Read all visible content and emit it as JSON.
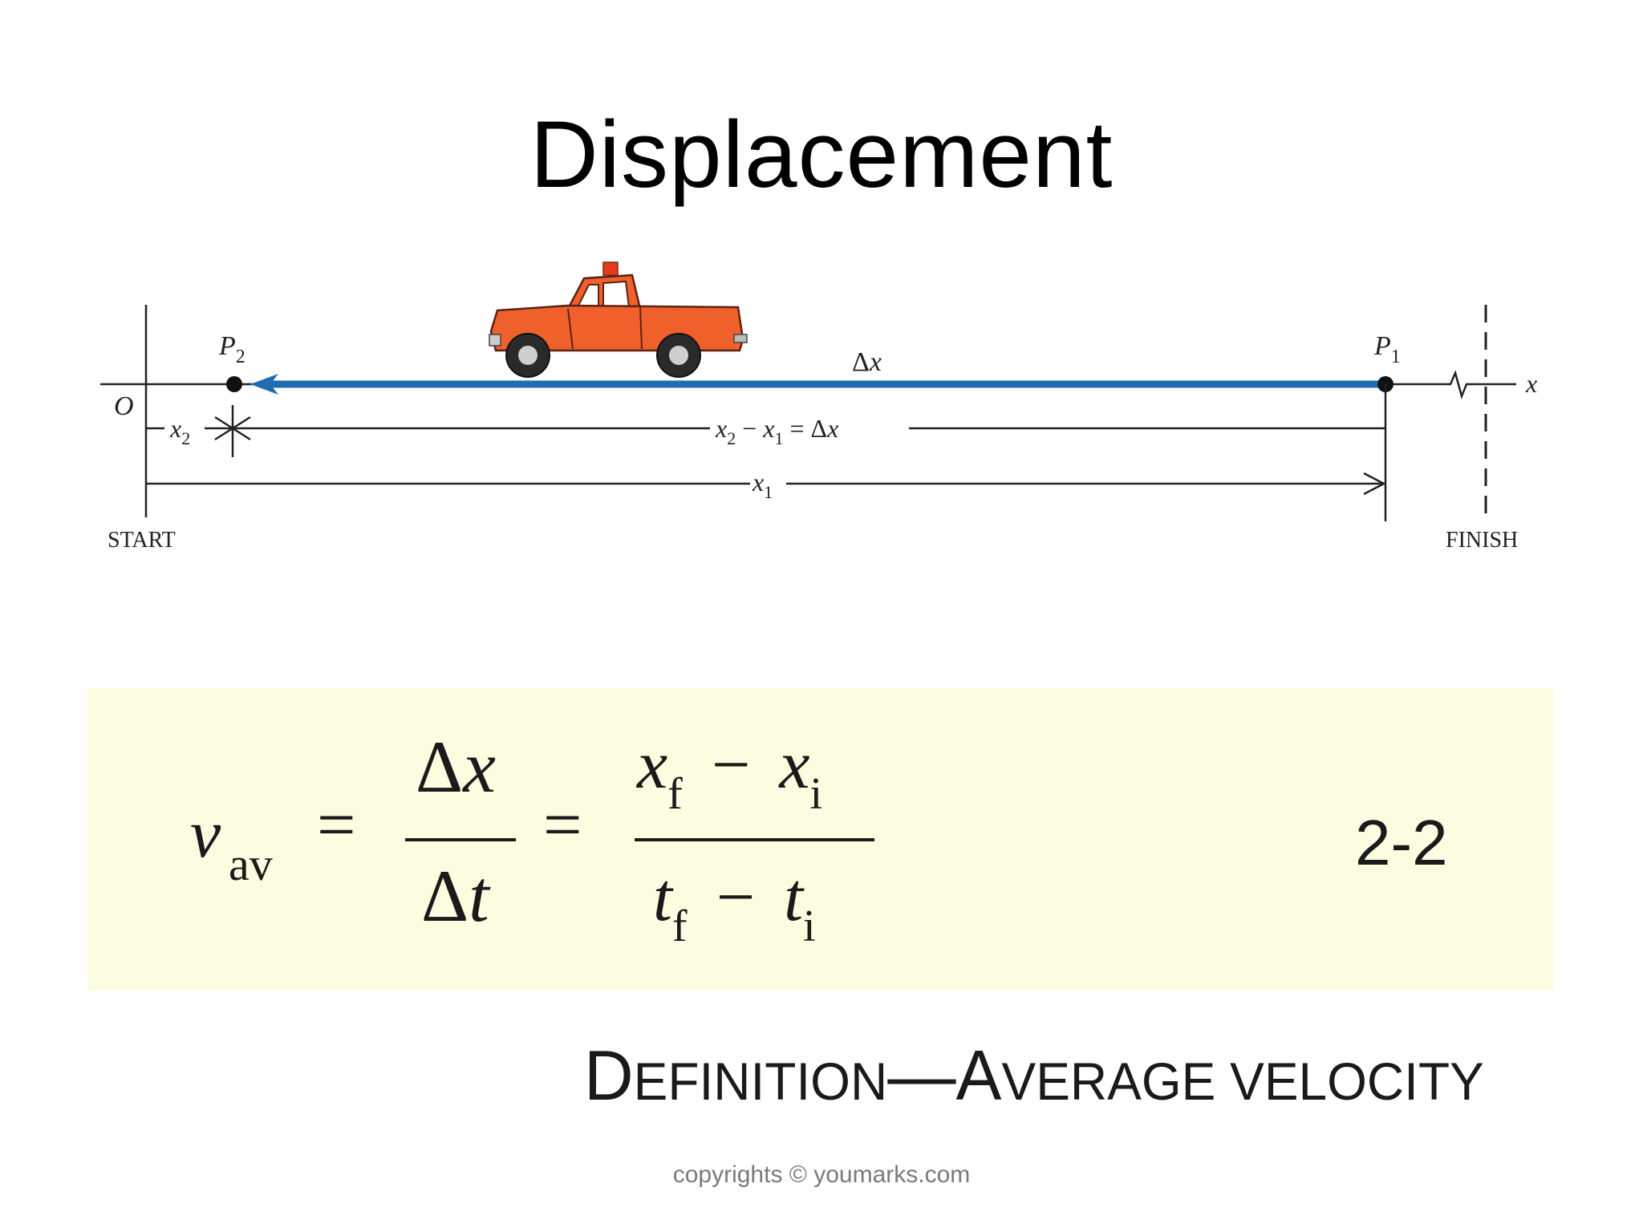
{
  "slide": {
    "title": "Displacement",
    "copyright": "copyrights © youmarks.com"
  },
  "diagram": {
    "origin_label": "O",
    "start_label": "START",
    "finish_label": "FINISH",
    "axis_label": "x",
    "p1": {
      "letter": "P",
      "sub": "1"
    },
    "p2": {
      "letter": "P",
      "sub": "2"
    },
    "delta_x": {
      "delta": "Δ",
      "var": "x"
    },
    "x1": {
      "var": "x",
      "sub": "1"
    },
    "x2": {
      "var": "x",
      "sub": "2"
    },
    "difference": {
      "a": "x",
      "a_sub": "2",
      "minus": " − ",
      "b": "x",
      "b_sub": "1",
      "eq": " = Δ",
      "c": "x"
    },
    "arrow_color": "#1f6cb0",
    "truck_color": "#f0602a"
  },
  "formula": {
    "v": "v",
    "v_sub": "av",
    "eq": "=",
    "num1_delta": "Δ",
    "num1_var": "x",
    "den1_delta": "Δ",
    "den1_var": "t",
    "num2_a": "x",
    "num2_a_sub": "f",
    "num2_b": "x",
    "num2_b_sub": "i",
    "minus": "−",
    "den2_a": "t",
    "den2_a_sub": "f",
    "den2_b": "t",
    "den2_b_sub": "i",
    "equation_number": "2-2",
    "background": "#fcfde0"
  },
  "definition": {
    "d1_big": "D",
    "d1_small": "EFINITION",
    "dash": "—",
    "d2_big": "A",
    "d2_small": "VERAGE VELOCITY"
  }
}
